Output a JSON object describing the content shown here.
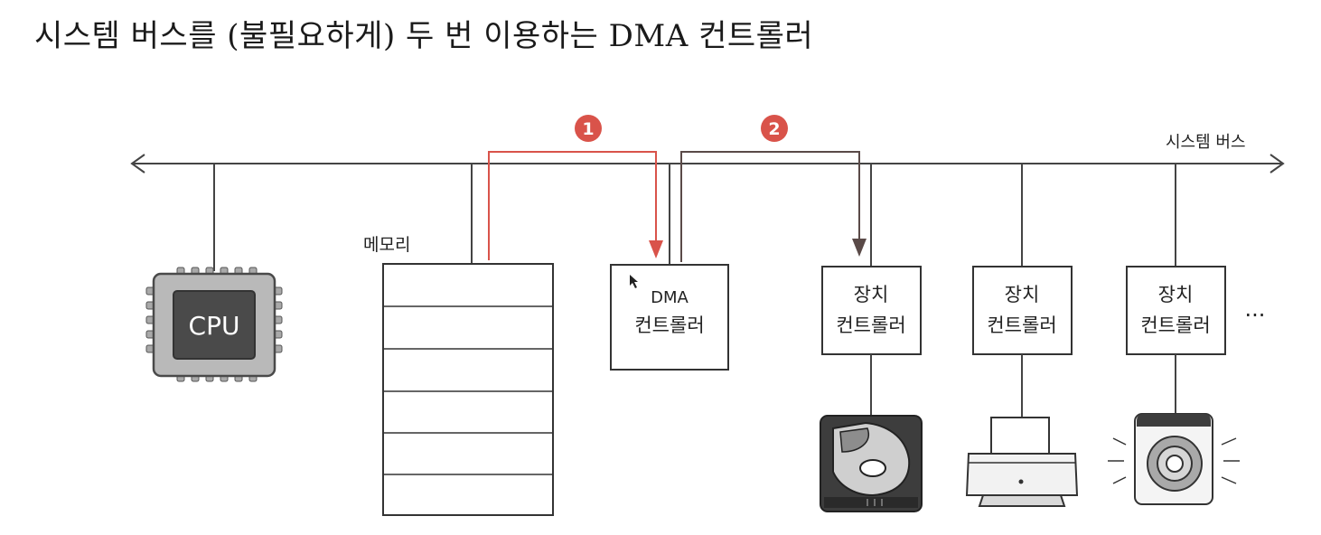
{
  "title": "시스템 버스를 (불필요하게) 두 번 이용하는 DMA 컨트롤러",
  "bus_label": "시스템 버스",
  "cpu_label": "CPU",
  "memory_label": "메모리",
  "dma": {
    "line1": "DMA",
    "line2": "컨트롤러"
  },
  "device_controllers": [
    {
      "line1": "장치",
      "line2": "컨트롤러",
      "device": "hard-disk-icon"
    },
    {
      "line1": "장치",
      "line2": "컨트롤러",
      "device": "printer-icon"
    },
    {
      "line1": "장치",
      "line2": "컨트롤러",
      "device": "speaker-icon"
    }
  ],
  "ellipsis": "···",
  "steps": [
    {
      "number": "1",
      "color": "#d9534a"
    },
    {
      "number": "2",
      "color": "#d9534a"
    }
  ],
  "colors": {
    "line": "#444444",
    "arrow_step1": "#d9534a",
    "arrow_step2": "#5a4a48",
    "cpu_outer": "#b9b9b9",
    "cpu_inner": "#4a4a4a"
  }
}
